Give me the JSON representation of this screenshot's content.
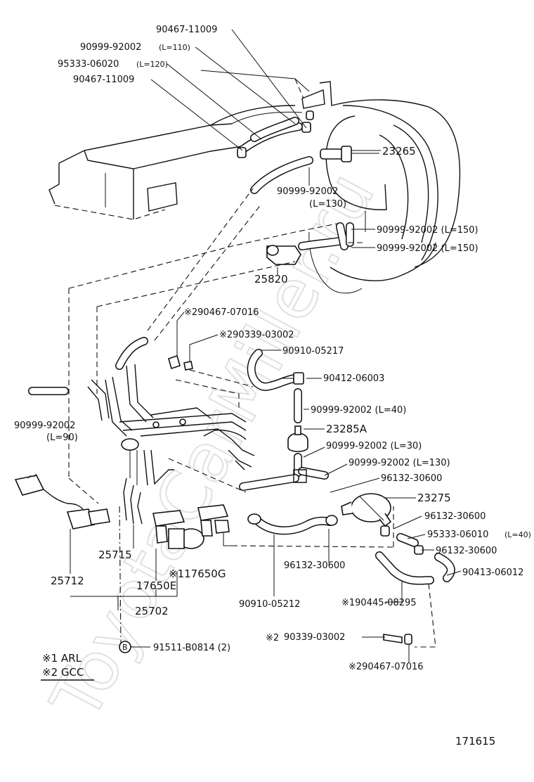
{
  "watermark": "ToyotaCarMiller.ru",
  "labels": {
    "p1": "90467-11009",
    "p2": "90999-92002",
    "p2_len": "(L=110)",
    "p3": "95333-06020",
    "p3_len": "(L=120)",
    "p4": "90467-11009",
    "p5": "23265",
    "p6": "90999-92002",
    "p6_len": "(L=130)",
    "p7": "90999-92002 (L=150)",
    "p8": "90999-92002 (L=150)",
    "p9": "25820",
    "p10": "※290467-07016",
    "p11": "※290339-03002",
    "p12": "90910-05217",
    "p13": "90412-06003",
    "p14": "90999-92002 (L=40)",
    "p15": "23285A",
    "p16": "90999-92002 (L=30)",
    "p17": "90999-92002 (L=130)",
    "p18": "96132-30600",
    "p19": "23275",
    "p20": "96132-30600",
    "p21": "95333-06010",
    "p21_len": "(L=40)",
    "p22": "96132-30600",
    "p23": "90413-06012",
    "p24": "90999-92002",
    "p24_len": "(L=90)",
    "p25": "25715",
    "p26": "※117650G",
    "p27": "25712",
    "p28": "17650E",
    "p29": "25702",
    "p30": "96132-30600",
    "p31": "90910-05212",
    "p32": "※190445-08295",
    "p33": "※2",
    "p33b": "90339-03002",
    "p34": "※290467-07016",
    "p35": "B",
    "p36": "91511-B0814 (2)",
    "legend1": "※1 ARL",
    "legend2": "※2 GCC",
    "figure_no": "171615"
  }
}
